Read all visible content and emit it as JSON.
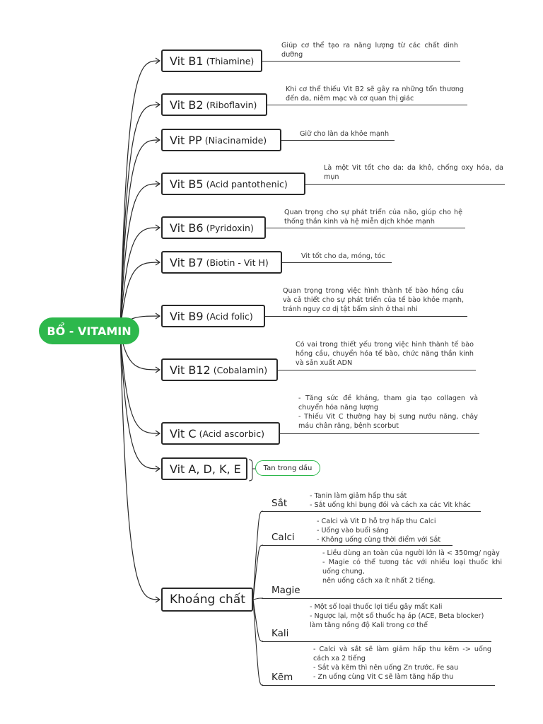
{
  "root": {
    "label": "BỔ - VITAMIN"
  },
  "vitamins": [
    {
      "name": "Vit B1",
      "sub": "(Thiamine)",
      "note": [
        "Giúp cơ thể tạo ra năng lượng từ các chất dinh dưỡng"
      ]
    },
    {
      "name": "Vit B2",
      "sub": "(Riboflavin)",
      "note": [
        "Khi cơ thể thiếu Vit B2 sẽ gây ra những tổn thương đến da, niêm mạc và cơ quan thị giác"
      ]
    },
    {
      "name": "Vit PP",
      "sub": "(Niacinamide)",
      "note": [
        "Giữ cho làn da khỏe mạnh"
      ]
    },
    {
      "name": "Vit B5",
      "sub": "(Acid pantothenic)",
      "note": [
        "Là một Vit tốt cho da: da khô, chống oxy hóa, da mụn"
      ]
    },
    {
      "name": "Vit B6",
      "sub": "(Pyridoxin)",
      "note": [
        "Quan trọng cho sự phát triển của não, giúp cho hệ thống thần kinh và hệ miễn dịch khỏe mạnh"
      ]
    },
    {
      "name": "Vit B7",
      "sub": "(Biotin - Vit H)",
      "note": [
        "Vit tốt cho da, móng, tóc"
      ]
    },
    {
      "name": "Vit B9",
      "sub": "(Acid folic)",
      "note": [
        "Quan trọng trong việc hình thành tế bào hồng cầu và cả thiết cho sự phát triển của tế bào khỏe mạnh, tránh nguy cơ dị tật bẩm sinh ở thai nhi"
      ]
    },
    {
      "name": "Vit B12",
      "sub": "(Cobalamin)",
      "note": [
        "Có vai trong thiết yếu trong việc hình thành tế bào hồng cầu, chuyển hóa tế bào, chức năng thần kinh và sản xuất ADN"
      ]
    },
    {
      "name": "Vit C",
      "sub": "(Acid ascorbic)",
      "note": [
        "- Tăng sức đề kháng, tham gia tạo collagen và chuyển hóa năng lượng",
        "- Thiếu Vit C thường hay bị sưng nướu năng, chảy máu chân răng, bệnh scorbut"
      ]
    },
    {
      "name": "Vit A, D, K, E",
      "sub": "",
      "tag": "Tan trong dầu"
    }
  ],
  "minerals": {
    "label": "Khoáng chất",
    "items": [
      {
        "name": "Sắt",
        "note": [
          "- Tanin làm giảm hấp thu sắt",
          "- Sắt uống khi bụng đói và cách xa các Vit khác"
        ]
      },
      {
        "name": "Calci",
        "note": [
          "- Calci và Vit D hỗ trợ hấp thu Calci",
          "- Uống vào buổi sáng",
          "- Không uống cùng thời điểm với Sắt"
        ]
      },
      {
        "name": "Magie",
        "note": [
          "- Liều dùng an toàn của người lớn là < 350mg/ ngày",
          "- Magie có thể tương tác với nhiều loại thuốc khi uống chung,",
          "nên uống cách xa ít nhất 2 tiếng."
        ]
      },
      {
        "name": "Kali",
        "note": [
          "- Một số loại thuốc lợi tiểu gây mất Kali",
          "- Ngược lại, một số thuốc hạ áp (ACE, Beta blocker)",
          "làm tăng nồng độ Kali trong cơ thể"
        ]
      },
      {
        "name": "Kẽm",
        "note": [
          "- Calci và sắt sẽ làm giảm hấp thu kẽm -> uống cách xa 2 tiếng",
          "- Sắt và kẽm thì nên uống Zn trước, Fe sau",
          "- Zn uống cùng Vit C sẽ làm tăng hấp thu"
        ]
      }
    ]
  },
  "colors": {
    "accent": "#2db84c",
    "line": "#2a2a2a"
  }
}
